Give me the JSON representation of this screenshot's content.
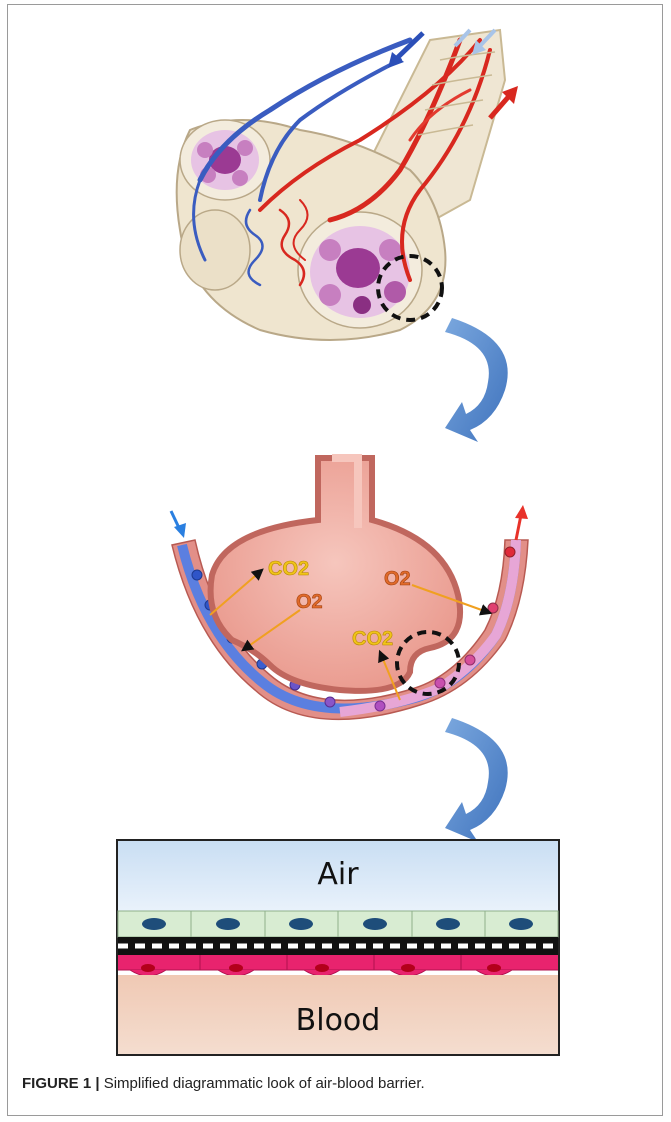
{
  "gas_labels": {
    "co2_top": "CO2",
    "o2_left": "O2",
    "o2_right": "O2",
    "co2_bottom": "CO2"
  },
  "barrier": {
    "air_label": "Air",
    "blood_label": "Blood"
  },
  "caption": {
    "figure_label": "FIGURE 1 |",
    "text": " Simplified diagrammatic look of air-blood barrier."
  },
  "colors": {
    "deoxygenated_blood": "#3b5fc9",
    "oxygenated_blood": "#e8322a",
    "alveolus_wall": "#e28f88",
    "alveolus_interior": "#f2b7ad",
    "air_layer": "#d9e8f6",
    "blood_layer": "#f2d6c4",
    "epithelium": "#d8ecd2",
    "endothelium": "#e8236e",
    "zoom_arrow": "#5b8ccf",
    "co2_text": "#f0c419",
    "o2_text": "#e06a2a"
  }
}
